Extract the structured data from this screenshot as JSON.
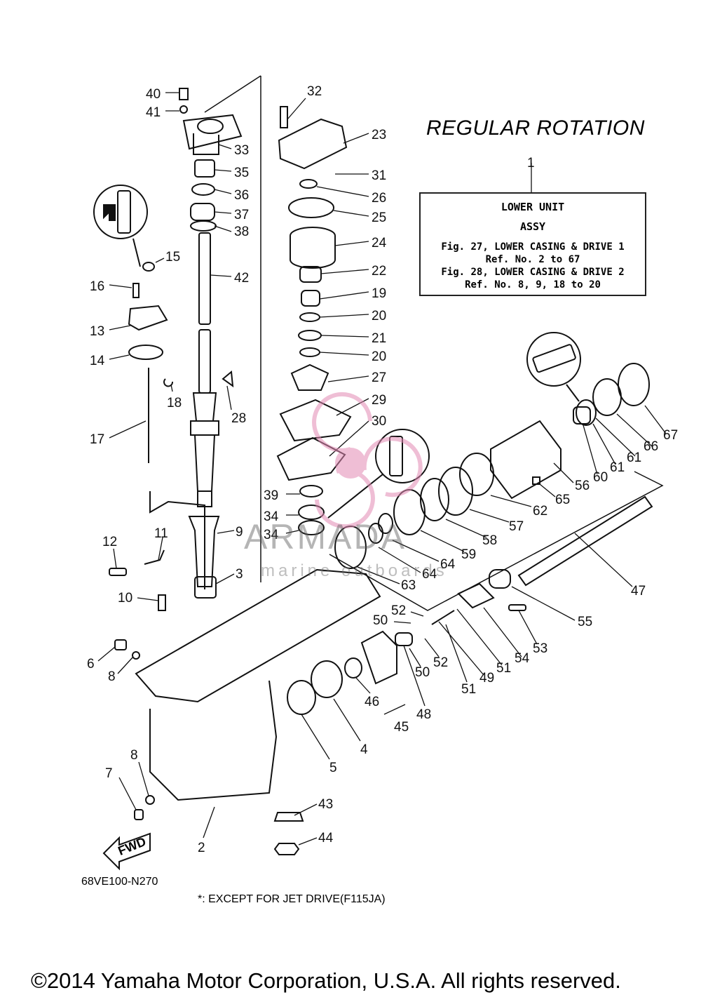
{
  "title": "REGULAR ROTATION",
  "info_box": {
    "ref_number": "1",
    "line1": "LOWER UNIT",
    "line2": "ASSY",
    "line3": "Fig. 27, LOWER CASING & DRIVE 1",
    "line4": "Ref. No. 2 to 67",
    "line5": "Fig. 28, LOWER CASING & DRIVE 2",
    "line6": "Ref. No. 8, 9, 18 to 20"
  },
  "diagram_code": "68VE100-N270",
  "footnote": "*: EXCEPT FOR JET DRIVE(F115JA)",
  "copyright": "©2014 Yamaha Motor Corporation, U.S.A. All rights reserved.",
  "watermark": {
    "brand": "ARMADA",
    "tagline": "marine outboards",
    "color": "#e389b4"
  },
  "fwd_label": "FWD",
  "callouts": [
    "40",
    "41",
    "33",
    "35",
    "36",
    "37",
    "38",
    "42",
    "32",
    "23",
    "31",
    "26",
    "25",
    "24",
    "22",
    "19",
    "20",
    "21",
    "20",
    "27",
    "29",
    "30",
    "39",
    "34",
    "34",
    "15",
    "16",
    "13",
    "14",
    "18",
    "17",
    "28",
    "9",
    "3",
    "12",
    "11",
    "10",
    "6",
    "8",
    "7",
    "8",
    "2",
    "5",
    "4",
    "46",
    "45",
    "48",
    "43",
    "44",
    "52",
    "50",
    "50",
    "52",
    "51",
    "49",
    "51",
    "54",
    "53",
    "55",
    "47",
    "56",
    "65",
    "60",
    "61",
    "61",
    "66",
    "67",
    "62",
    "57",
    "58",
    "59",
    "64",
    "64",
    "63"
  ],
  "icons": [
    "grease-symbol-M",
    "grease-symbol-GG",
    "grease-symbol-LT"
  ]
}
